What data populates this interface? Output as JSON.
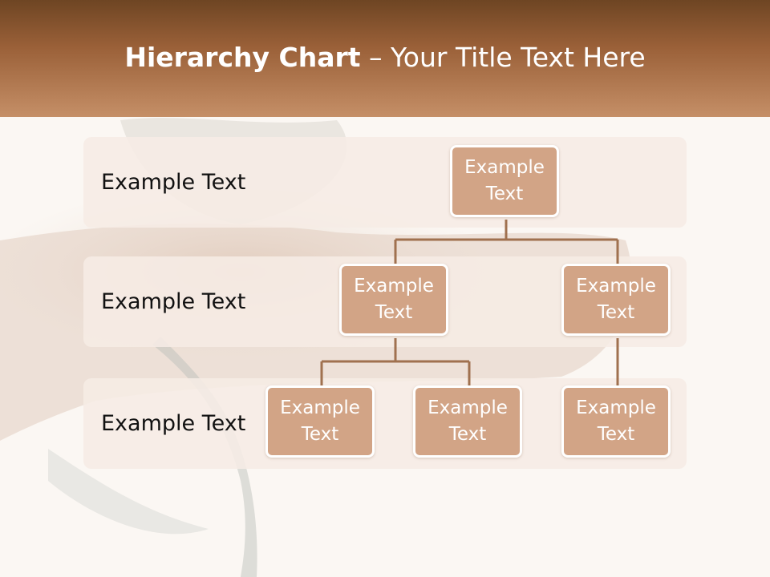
{
  "title": {
    "bold": "Hierarchy Chart",
    "rest": " – Your Title Text Here"
  },
  "levels": [
    {
      "label": "Example Text"
    },
    {
      "label": "Example Text"
    },
    {
      "label": "Example Text"
    }
  ],
  "nodes": {
    "root": "Example Text",
    "mid_left": "Example Text",
    "mid_right": "Example Text",
    "leaf_1": "Example Text",
    "leaf_2": "Example Text",
    "leaf_3": "Example Text"
  },
  "colors": {
    "header_dark": "#6e4523",
    "header_light": "#c58f67",
    "node_fill": "#d2a486",
    "connector": "#a0714f",
    "band_fill": "#f6ece5"
  }
}
